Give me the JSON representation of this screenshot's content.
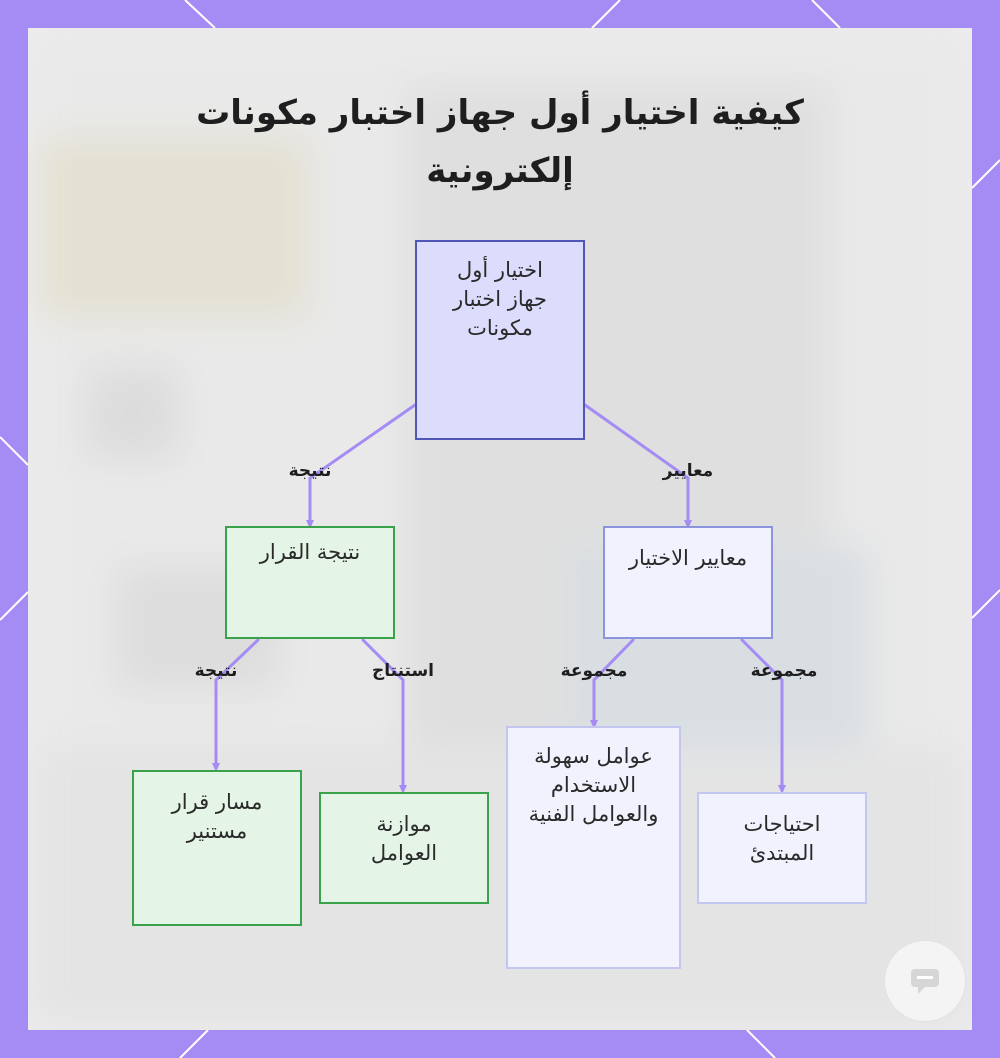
{
  "title": "كيفية اختيار أول جهاز اختبار مكونات إلكترونية",
  "nodes": {
    "root": "اختيار أول جهاز اختبار مكونات",
    "criteria": "معايير الاختيار",
    "decision": "نتيجة القرار",
    "beginner_needs": "احتياجات المبتدئ",
    "usability_factors": "عوامل سهولة الاستخدام والعوامل الفنية",
    "weigh_factors": "موازنة العوامل",
    "informed_path": "مسار قرار مستنير"
  },
  "edges": {
    "root_criteria": "معايير",
    "root_decision": "نتيجة",
    "criteria_needs": "مجموعة",
    "criteria_usability": "مجموعة",
    "decision_weigh": "استنتاج",
    "decision_path": "نتيجة"
  },
  "colors": {
    "frame": "#a58cf4",
    "edge": "#a58cf4",
    "root_fill": "#dcdcfc",
    "root_border": "#5055b8",
    "criteria_border": "#8d94de",
    "decision_fill": "#e4f4e6",
    "decision_border": "#3aa24a"
  },
  "icons": {
    "watermark": "chat-logo-icon"
  }
}
